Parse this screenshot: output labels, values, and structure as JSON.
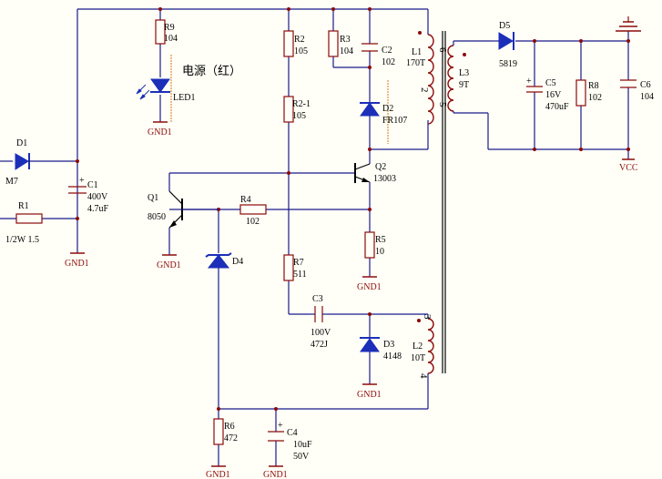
{
  "ground": {
    "label": "GND1"
  },
  "components": {
    "d1": {
      "ref": "D1",
      "value": "M7"
    },
    "r1": {
      "ref": "R1",
      "value": "1/2W 1.5"
    },
    "c1": {
      "ref": "C1",
      "voltage": "400V",
      "value": "4.7uF"
    },
    "r9": {
      "ref": "R9",
      "value": "104"
    },
    "led1": {
      "ref": "LED1",
      "note": "电源（红）"
    },
    "r2": {
      "ref": "R2",
      "value": "105"
    },
    "r2_1": {
      "ref": "R2-1",
      "value": "105"
    },
    "r3": {
      "ref": "R3",
      "value": "104"
    },
    "c2": {
      "ref": "C2",
      "value": "102"
    },
    "d2": {
      "ref": "D2",
      "value": "FR107"
    },
    "l1": {
      "ref": "L1",
      "value": "170T",
      "pin_top": "6",
      "pin_bottom": "2"
    },
    "l3": {
      "ref": "L3",
      "value": "9T",
      "pin_bottom": "5"
    },
    "d5": {
      "ref": "D5",
      "value": "5819"
    },
    "c5": {
      "ref": "C5",
      "voltage": "16V",
      "value": "470uF"
    },
    "r8": {
      "ref": "R8",
      "value": "102"
    },
    "c6": {
      "ref": "C6",
      "value": "104"
    },
    "vcc": {
      "label": "VCC"
    },
    "q2": {
      "ref": "Q2",
      "value": "13003"
    },
    "q1": {
      "ref": "Q1",
      "value": "8050"
    },
    "r4": {
      "ref": "R4",
      "value": "102"
    },
    "d4": {
      "ref": "D4"
    },
    "r5": {
      "ref": "R5",
      "value": "10"
    },
    "r7": {
      "ref": "R7",
      "value": "511"
    },
    "c3": {
      "ref": "C3",
      "voltage": "100V",
      "value": "472J"
    },
    "d3": {
      "ref": "D3",
      "value": "4148"
    },
    "l2": {
      "ref": "L2",
      "value": "10T",
      "pin_top": "3",
      "pin_bottom": "4"
    },
    "r6": {
      "ref": "R6",
      "value": "472"
    },
    "c4": {
      "ref": "C4",
      "value": "10uF",
      "voltage": "50V"
    }
  }
}
